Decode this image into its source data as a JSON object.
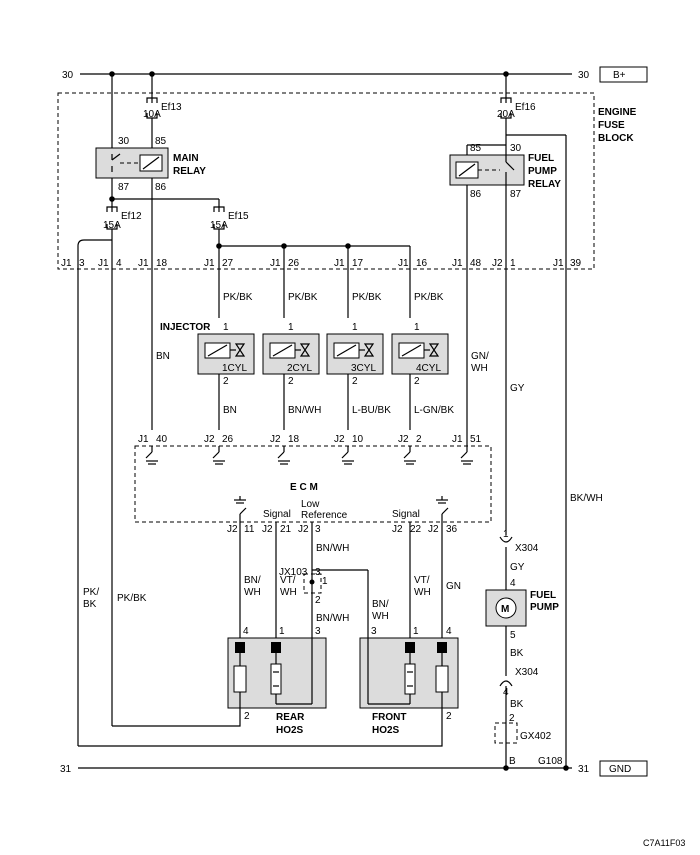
{
  "rails": {
    "top_left": "30",
    "top_right": "30",
    "bplus": "B+",
    "bottom_left": "31",
    "bottom_right": "31",
    "gnd": "GND"
  },
  "fuse_block": {
    "title1": "ENGINE",
    "title2": "FUSE",
    "title3": "BLOCK"
  },
  "fuses": {
    "ef13": {
      "name": "Ef13",
      "rating": "10A"
    },
    "ef16": {
      "name": "Ef16",
      "rating": "20A"
    },
    "ef12": {
      "name": "Ef12",
      "rating": "15A"
    },
    "ef15": {
      "name": "Ef15",
      "rating": "15A"
    }
  },
  "main_relay": {
    "label1": "MAIN",
    "label2": "RELAY",
    "p30": "30",
    "p85": "85",
    "p87": "87",
    "p86": "86"
  },
  "fuel_pump_relay": {
    "label1": "FUEL",
    "label2": "PUMP",
    "label3": "RELAY",
    "p85": "85",
    "p30": "30",
    "p86": "86",
    "p87": "87"
  },
  "fb_connectors": [
    {
      "conn": "J1",
      "pin": "3"
    },
    {
      "conn": "J1",
      "pin": "4"
    },
    {
      "conn": "J1",
      "pin": "18"
    },
    {
      "conn": "J1",
      "pin": "27"
    },
    {
      "conn": "J1",
      "pin": "26"
    },
    {
      "conn": "J1",
      "pin": "17"
    },
    {
      "conn": "J1",
      "pin": "16"
    },
    {
      "conn": "J1",
      "pin": "48"
    },
    {
      "conn": "J2",
      "pin": "1"
    },
    {
      "conn": "J1",
      "pin": "39"
    }
  ],
  "injector": {
    "title": "INJECTOR",
    "pin_top": "1",
    "pin_bottom": "2",
    "cyls": [
      "1CYL",
      "2CYL",
      "3CYL",
      "4CYL"
    ],
    "wire_top": [
      "PK/BK",
      "PK/BK",
      "PK/BK",
      "PK/BK"
    ],
    "wire_bottom": [
      "BN",
      "BN/WH",
      "L-BU/BK",
      "L-GN/BK"
    ]
  },
  "wires": {
    "bn": "BN",
    "gn_wh_1": "GN/",
    "gn_wh_2": "WH",
    "gy": "GY",
    "bk_wh": "BK/WH",
    "pk_bk_1": "PK/",
    "pk_bk_2": "BK",
    "pk_bk": "PK/BK"
  },
  "ecm": {
    "title": "E C M",
    "top_conns": [
      {
        "conn": "J1",
        "pin": "40"
      },
      {
        "conn": "J2",
        "pin": "26"
      },
      {
        "conn": "J2",
        "pin": "18"
      },
      {
        "conn": "J2",
        "pin": "10"
      },
      {
        "conn": "J2",
        "pin": "2"
      },
      {
        "conn": "J1",
        "pin": "51"
      }
    ],
    "bottom_conns": [
      {
        "conn": "J2",
        "pin": "11"
      },
      {
        "conn": "J2",
        "pin": "21"
      },
      {
        "conn": "J2",
        "pin": "3"
      },
      {
        "conn": "J2",
        "pin": "22"
      },
      {
        "conn": "J2",
        "pin": "36"
      }
    ],
    "signal_left": "Signal",
    "low_ref_1": "Low",
    "low_ref_2": "Reference",
    "signal_right": "Signal"
  },
  "o2_wires": {
    "bn_wh_a1": "BN/",
    "bn_wh_a2": "WH",
    "vt_wh_a1": "VT/",
    "vt_wh_a2": "WH",
    "bn_wh_top": "BN/WH",
    "bn_wh_mid": "BN/WH",
    "bn_wh_b1": "BN/",
    "bn_wh_b2": "WH",
    "vt_wh_b1": "VT/",
    "vt_wh_b2": "WH",
    "gn": "GN"
  },
  "splice": {
    "name": "JX103",
    "p3": "3",
    "p1": "1",
    "p2": "2"
  },
  "rear_ho2s": {
    "label1": "REAR",
    "label2": "HO2S",
    "pins": [
      "4",
      "1",
      "3"
    ],
    "p2": "2"
  },
  "front_ho2s": {
    "label1": "FRONT",
    "label2": "HO2S",
    "pins": [
      "3",
      "1",
      "4"
    ],
    "p2": "2"
  },
  "pump": {
    "x304_top": "X304",
    "p1": "1",
    "gy": "GY",
    "p4": "4",
    "label1": "FUEL",
    "label2": "PUMP",
    "motor": "M",
    "p5": "5",
    "bk1": "BK",
    "x304_bot": "X304",
    "p4b": "4",
    "bk2": "BK",
    "gx402": "GX402",
    "p2": "2",
    "pB": "B",
    "g108": "G108"
  },
  "diagram_id": "C7A11F03"
}
